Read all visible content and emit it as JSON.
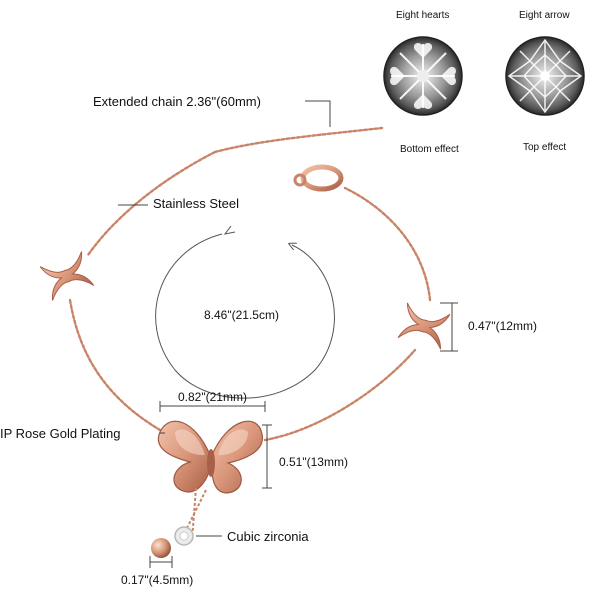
{
  "labels": {
    "extended_chain": "Extended chain 2.36\"(60mm)",
    "stainless_steel": "Stainless Steel",
    "circumference": "8.46\"(21.5cm)",
    "charm_height": "0.47\"(12mm)",
    "butterfly_width": "0.82\"(21mm)",
    "plating": "IP Rose Gold Plating",
    "butterfly_height": "0.51\"(13mm)",
    "cubic_zirconia": "Cubic zirconia",
    "bead_size": "0.17\"(4.5mm)"
  },
  "gems": {
    "left_title": "Eight hearts",
    "left_caption": "Bottom effect",
    "right_title": "Eight arrow",
    "right_caption": "Top effect"
  },
  "colors": {
    "rose_gold": "#d9967a",
    "rose_gold_dark": "#b0684d",
    "line": "#333333"
  }
}
